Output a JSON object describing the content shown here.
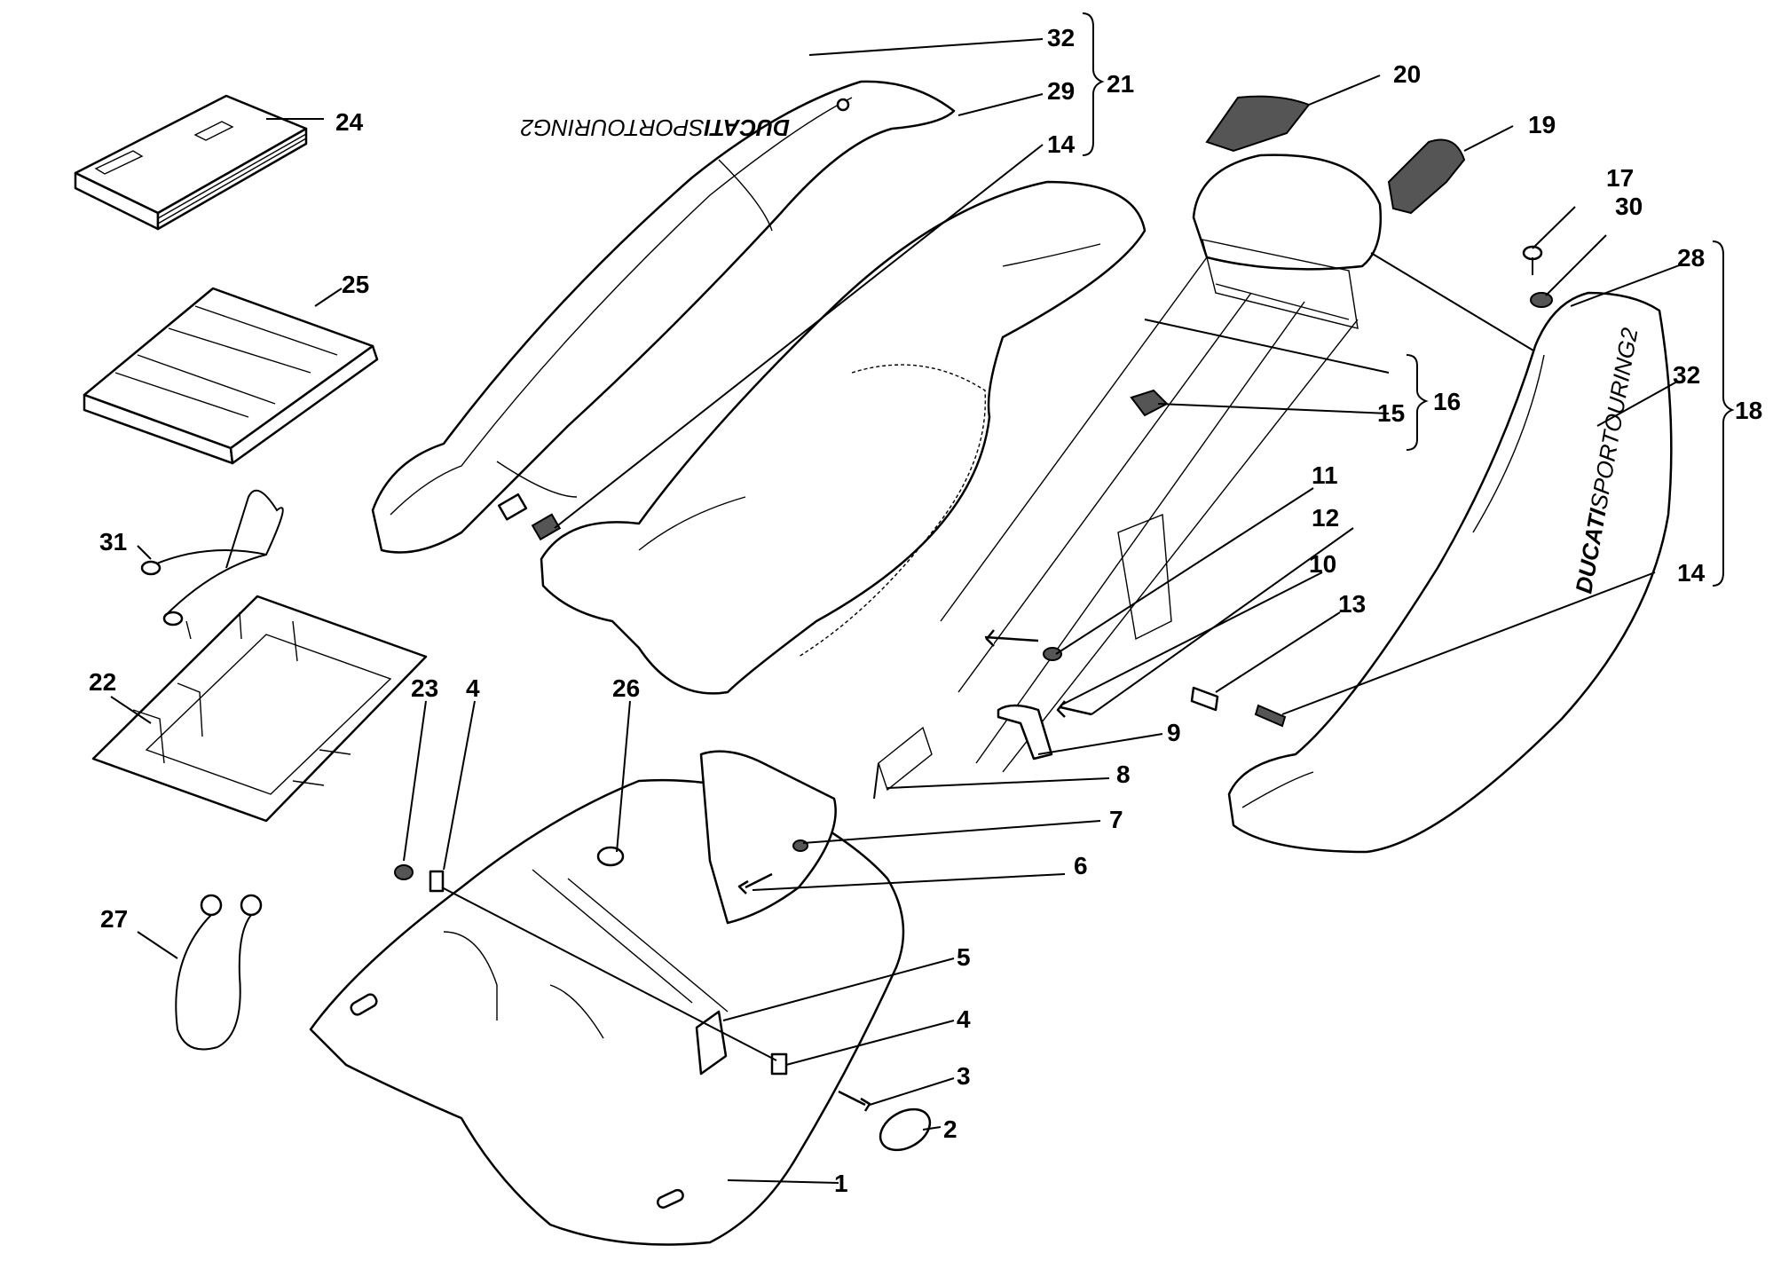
{
  "diagram": {
    "brand_text": {
      "bold": "DUCATI",
      "regular": "SPORTOURING2"
    },
    "callouts": [
      {
        "id": "1",
        "label": "1"
      },
      {
        "id": "2",
        "label": "2"
      },
      {
        "id": "3",
        "label": "3"
      },
      {
        "id": "4a",
        "label": "4"
      },
      {
        "id": "4b",
        "label": "4"
      },
      {
        "id": "5",
        "label": "5"
      },
      {
        "id": "6",
        "label": "6"
      },
      {
        "id": "7",
        "label": "7"
      },
      {
        "id": "8",
        "label": "8"
      },
      {
        "id": "9",
        "label": "9"
      },
      {
        "id": "10",
        "label": "10"
      },
      {
        "id": "11",
        "label": "11"
      },
      {
        "id": "12",
        "label": "12"
      },
      {
        "id": "13",
        "label": "13"
      },
      {
        "id": "14a",
        "label": "14"
      },
      {
        "id": "14b",
        "label": "14"
      },
      {
        "id": "15",
        "label": "15"
      },
      {
        "id": "16",
        "label": "16"
      },
      {
        "id": "17",
        "label": "17"
      },
      {
        "id": "18",
        "label": "18"
      },
      {
        "id": "19",
        "label": "19"
      },
      {
        "id": "20",
        "label": "20"
      },
      {
        "id": "21",
        "label": "21"
      },
      {
        "id": "22",
        "label": "22"
      },
      {
        "id": "23",
        "label": "23"
      },
      {
        "id": "24",
        "label": "24"
      },
      {
        "id": "25",
        "label": "25"
      },
      {
        "id": "26",
        "label": "26"
      },
      {
        "id": "27",
        "label": "27"
      },
      {
        "id": "28",
        "label": "28"
      },
      {
        "id": "29",
        "label": "29"
      },
      {
        "id": "30",
        "label": "30"
      },
      {
        "id": "31",
        "label": "31"
      },
      {
        "id": "32a",
        "label": "32"
      },
      {
        "id": "32b",
        "label": "32"
      }
    ]
  }
}
